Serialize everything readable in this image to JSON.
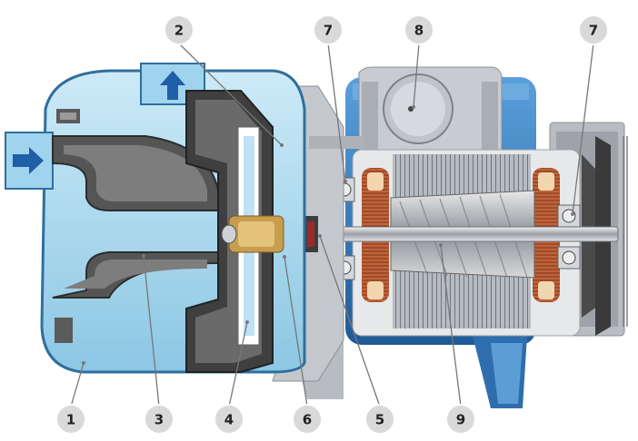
{
  "diagram": {
    "subject": "cross-section of a surface centrifugal jet pump with electric motor",
    "callouts": [
      {
        "id": "c1",
        "label": "1"
      },
      {
        "id": "c2",
        "label": "2"
      },
      {
        "id": "c3",
        "label": "3"
      },
      {
        "id": "c4",
        "label": "4"
      },
      {
        "id": "c5",
        "label": "5"
      },
      {
        "id": "c6",
        "label": "6"
      },
      {
        "id": "c7a",
        "label": "7"
      },
      {
        "id": "c7b",
        "label": "7"
      },
      {
        "id": "c8",
        "label": "8"
      },
      {
        "id": "c9",
        "label": "9"
      }
    ]
  },
  "colors": {
    "water": "#a9d8ef",
    "water_dark": "#6fb3d6",
    "casing": "#3b83c4",
    "casing_dark": "#235f9a",
    "metal": "#c9ccd0",
    "dark_part": "#4a4a4a",
    "copper": "#c0633a",
    "seal_red": "#d8232a",
    "callout_fill": "#d9d9d9",
    "flow_arrow": "#1f5fa8"
  }
}
